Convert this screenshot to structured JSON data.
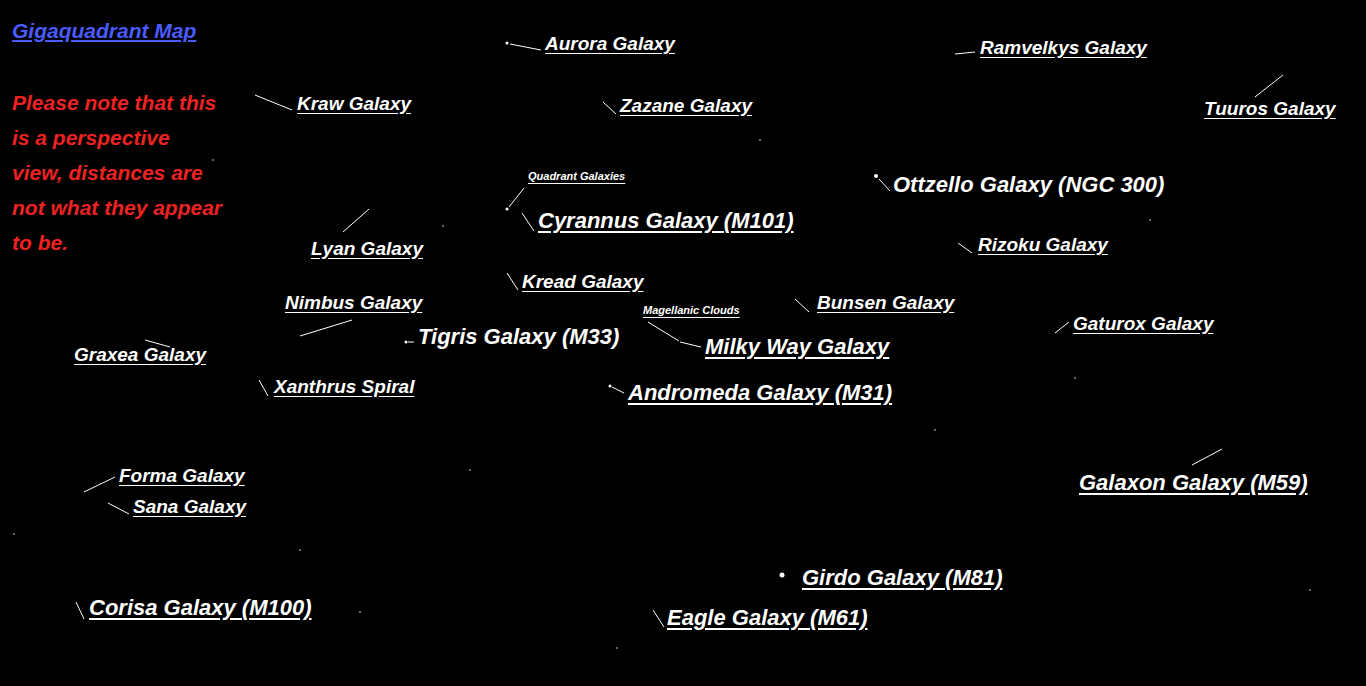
{
  "diagram": {
    "title": "Gigaquadrant Map",
    "labels": [
      "Please note that this is a perspective view, distances are not what they appear to be.",
      "Aurora Galaxy",
      "Ramvelkys Galaxy",
      "Kraw Galaxy",
      "Zazane Galaxy",
      "Tuuros Galaxy",
      "Quadrant Galaxies",
      "Ottzello Galaxy (NGC 300)",
      "Cyrannus Galaxy (M101)",
      "Lyan Galaxy",
      "Rizoku Galaxy",
      "Kread Galaxy",
      "Nimbus Galaxy",
      "Bunsen Galaxy",
      "Magellanic Clouds",
      "Gaturox Galaxy",
      "Tigris Galaxy (M33)",
      "Milky Way Galaxy",
      "Graxea Galaxy",
      "Xanthrus Spiral",
      "Andromeda Galaxy (M31)",
      "Forma Galaxy",
      "Galaxon Galaxy (M59)",
      "Sana Galaxy",
      "Girdo Galaxy (M81)",
      "Corisa Galaxy (M100)",
      "Eagle Galaxy (M61)"
    ]
  }
}
